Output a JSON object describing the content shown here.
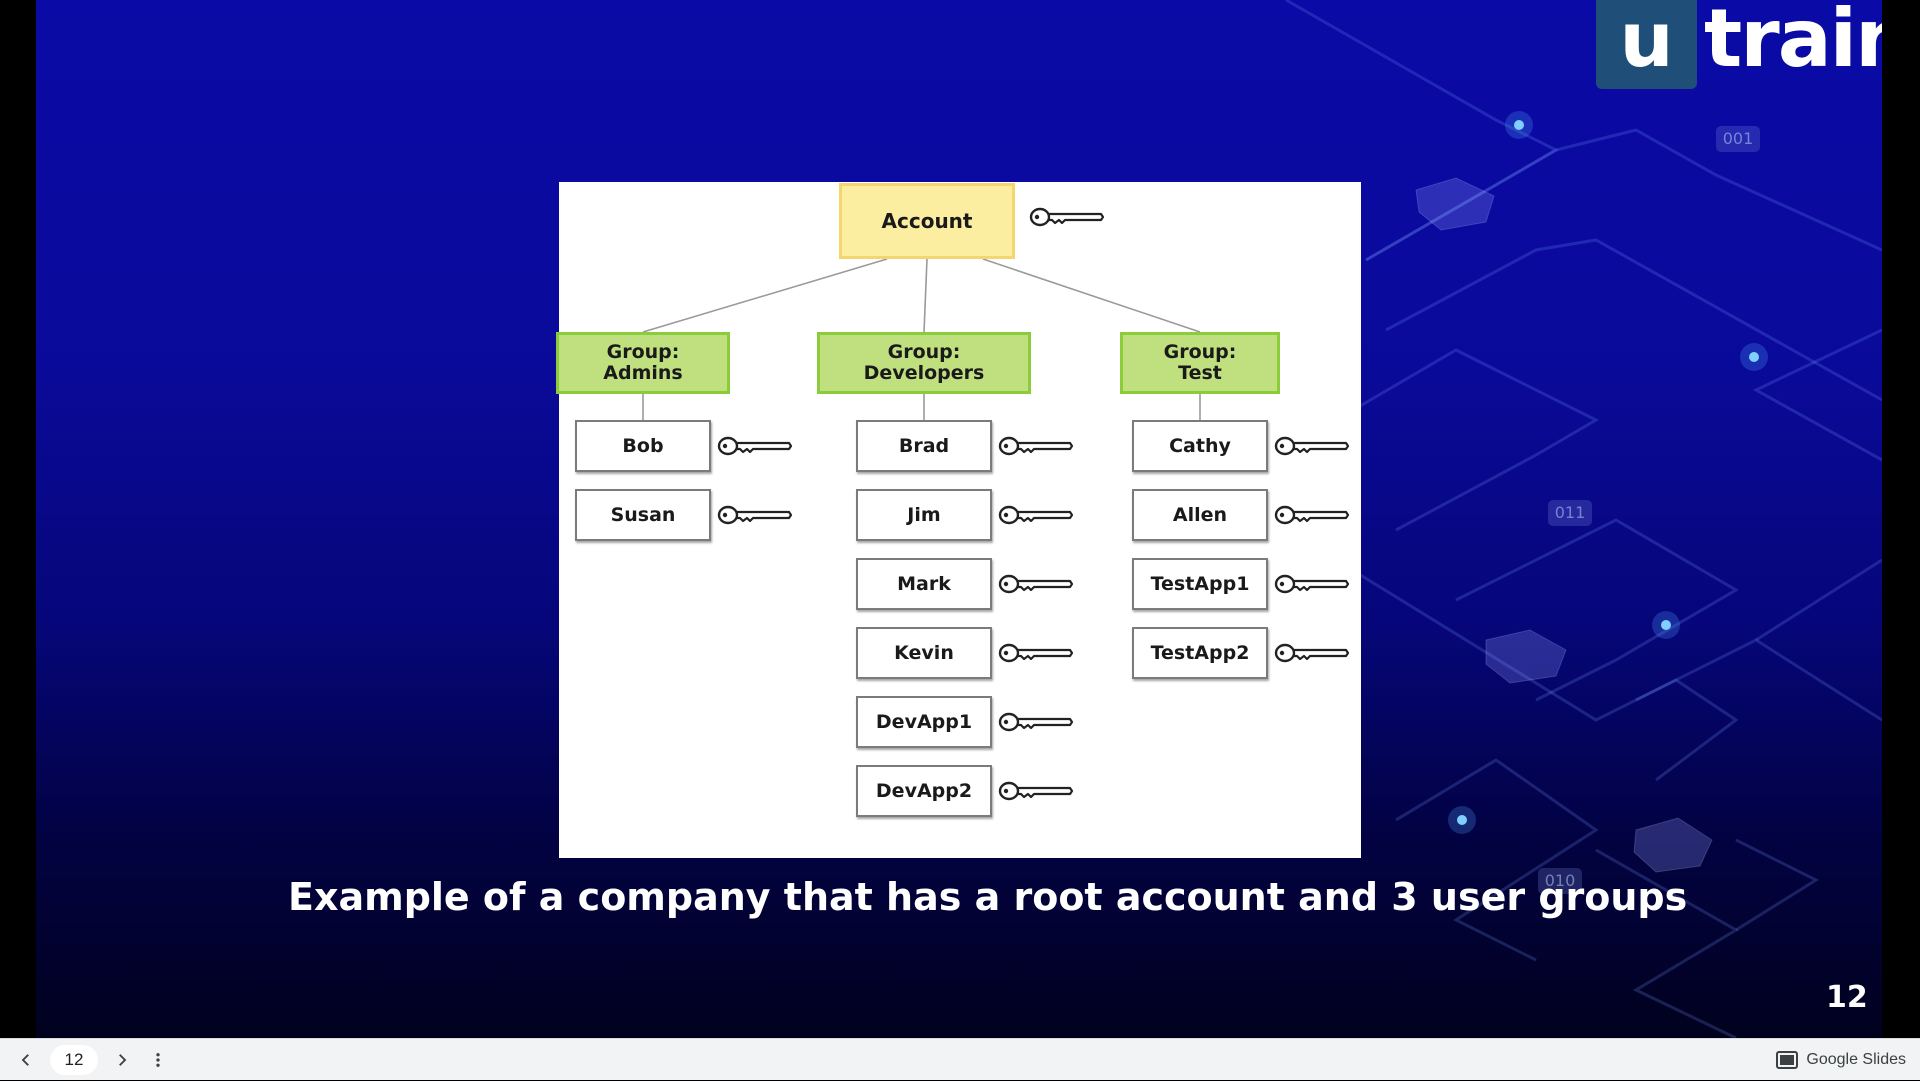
{
  "slide": {
    "logo": {
      "u": "u",
      "rest": "train"
    },
    "deco_labels": [
      "001",
      "011",
      "010"
    ],
    "diagram": {
      "root": "Account",
      "groups": [
        {
          "label": "Group:\nAdmins",
          "members": [
            "Bob",
            "Susan"
          ]
        },
        {
          "label": "Group:\nDevelopers",
          "members": [
            "Brad",
            "Jim",
            "Mark",
            "Kevin",
            "DevApp1",
            "DevApp2"
          ]
        },
        {
          "label": "Group:\nTest",
          "members": [
            "Cathy",
            "Allen",
            "TestApp1",
            "TestApp2"
          ]
        }
      ]
    },
    "caption": "Example of a company that has a root account and 3 user groups",
    "number": "12"
  },
  "toolbar": {
    "prev_icon": "chevron-left-icon",
    "page": "12",
    "next_icon": "chevron-right-icon",
    "menu_icon": "more-vert-icon",
    "brand_icon": "slides-icon",
    "brand": "Google Slides"
  },
  "colors": {
    "slide_bg_top": "#0a0aa6",
    "slide_bg_bottom": "#01011e",
    "logo_box": "#1f4e79",
    "root_fill": "#fbeea0",
    "group_fill": "#c0e07f",
    "glow": "#3fa9ff"
  }
}
